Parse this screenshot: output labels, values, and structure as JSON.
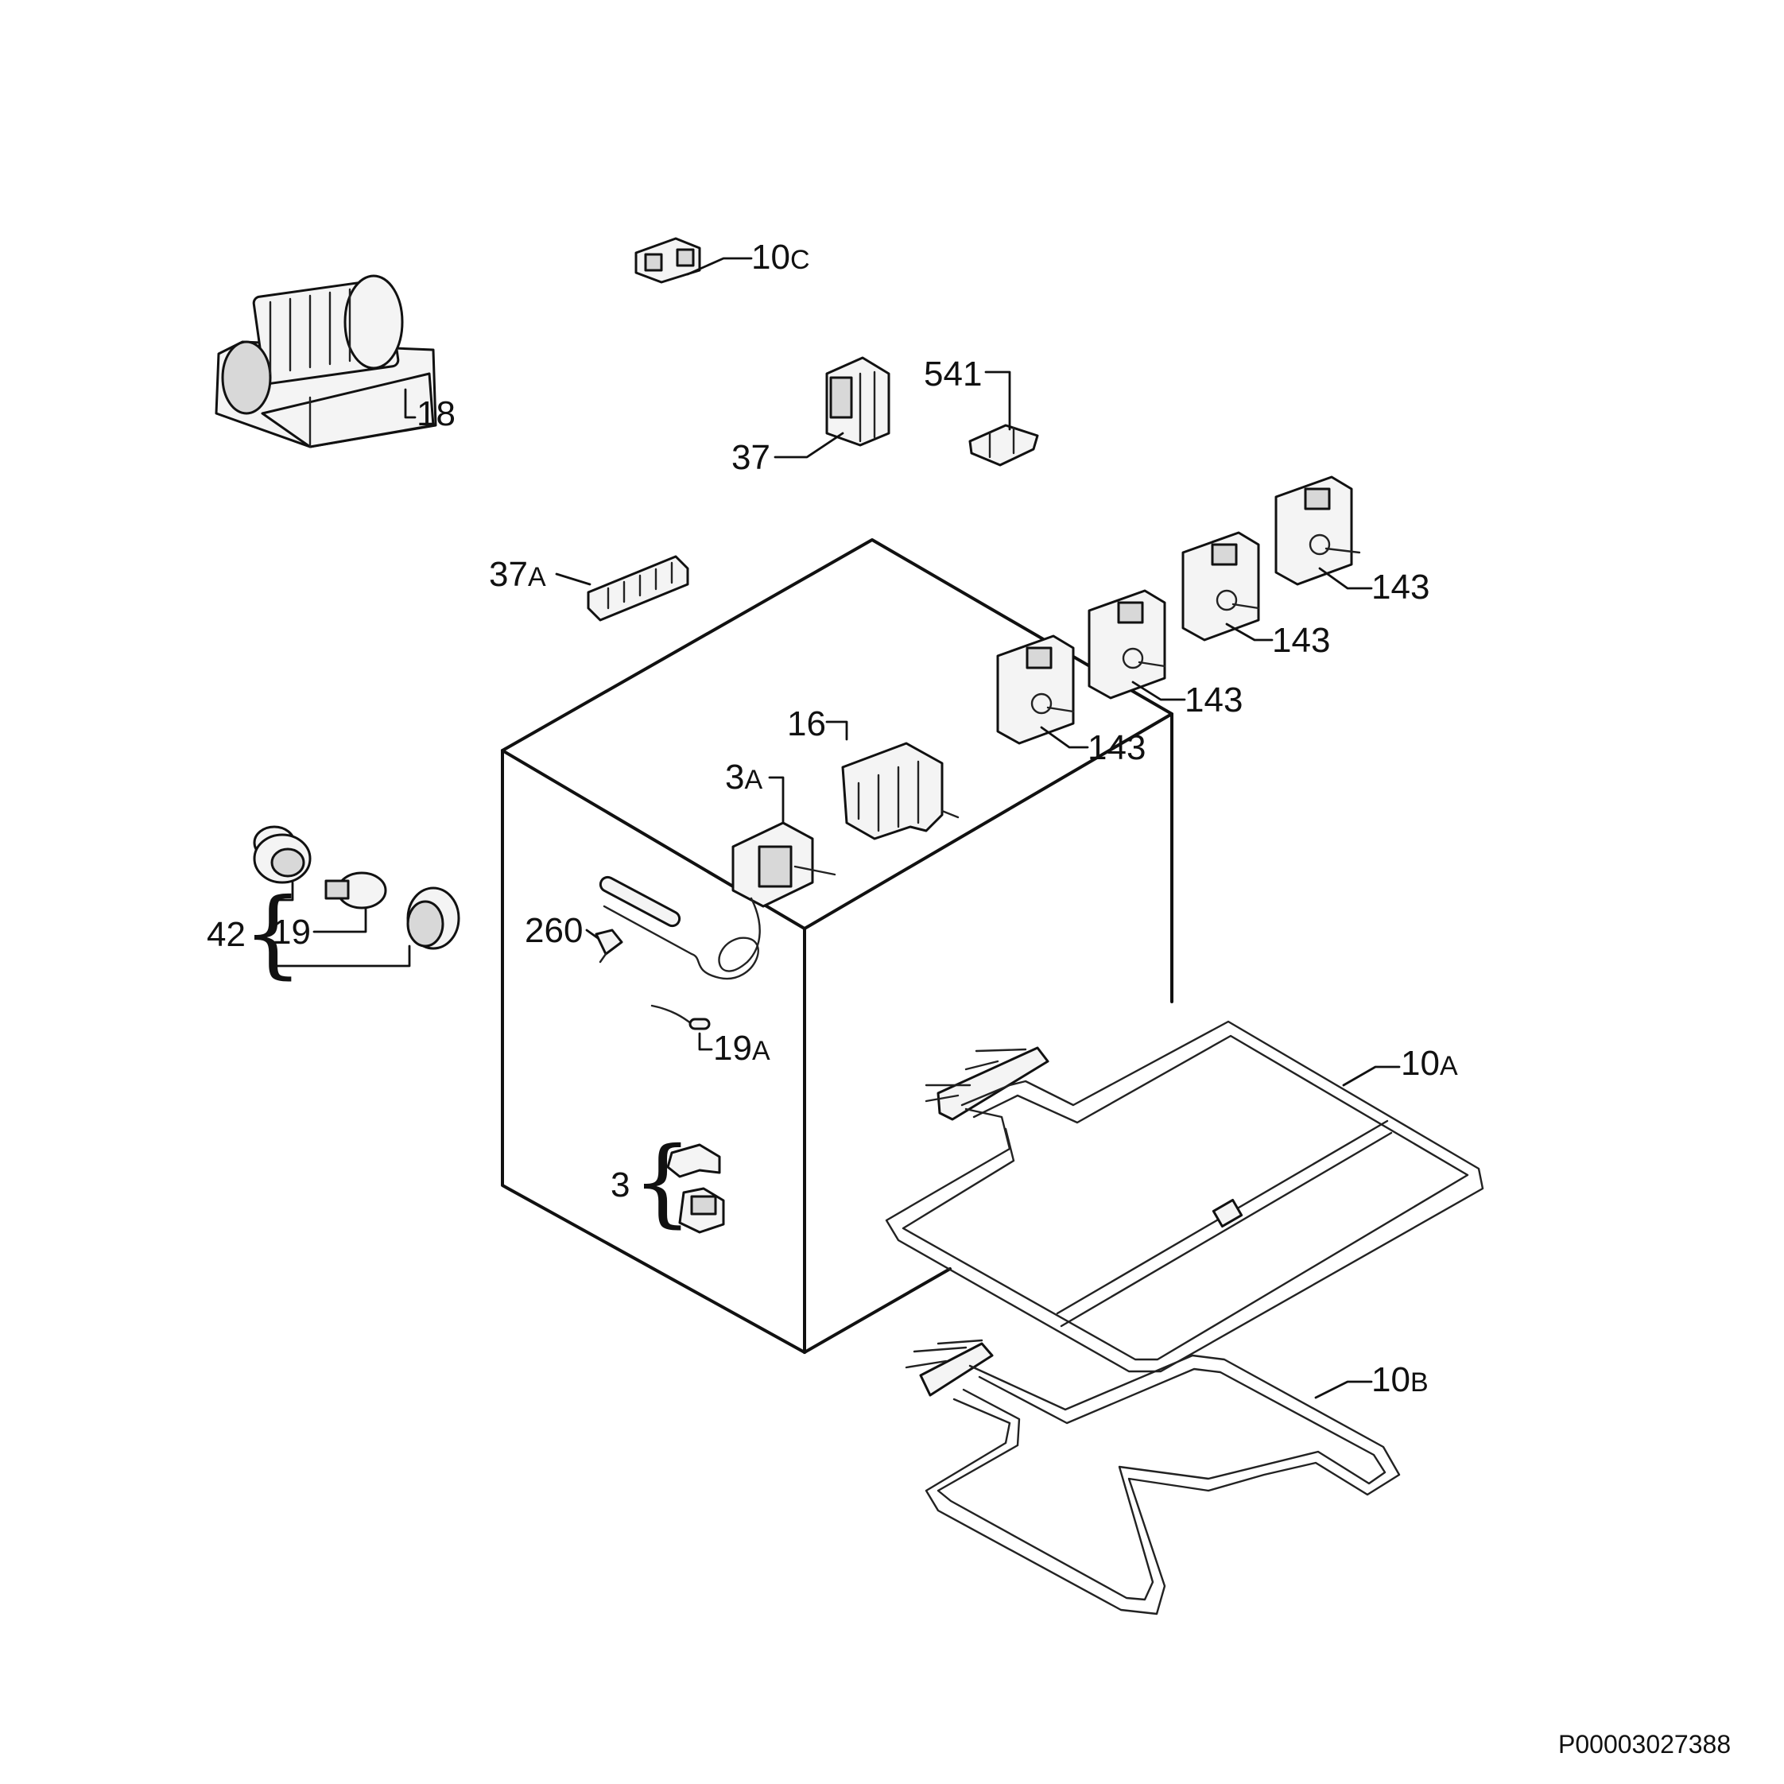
{
  "diagram": {
    "reference_code": "P00003027388",
    "callouts": {
      "fan": {
        "num": "18",
        "suf": ""
      },
      "connector_10c": {
        "num": "10",
        "suf": "C"
      },
      "switch_37": {
        "num": "37",
        "suf": ""
      },
      "clip_541": {
        "num": "541",
        "suf": ""
      },
      "terminal_37a": {
        "num": "37",
        "suf": "A"
      },
      "energy_regulator_1": {
        "num": "143",
        "suf": ""
      },
      "energy_regulator_2": {
        "num": "143",
        "suf": ""
      },
      "energy_regulator_3": {
        "num": "143",
        "suf": ""
      },
      "energy_regulator_4": {
        "num": "143",
        "suf": ""
      },
      "selector_switch": {
        "num": "16",
        "suf": ""
      },
      "thermostat": {
        "num": "3",
        "suf": "A"
      },
      "lamp_group": {
        "num": "42",
        "suf": ""
      },
      "lamp_bulb": {
        "num": "19",
        "suf": ""
      },
      "sensor_260": {
        "num": "260",
        "suf": ""
      },
      "indicator_19a": {
        "num": "19",
        "suf": "A"
      },
      "fixing_clips": {
        "num": "3",
        "suf": ""
      },
      "heating_element_top": {
        "num": "10",
        "suf": "A"
      },
      "heating_element_bottom": {
        "num": "10",
        "suf": "B"
      }
    }
  }
}
